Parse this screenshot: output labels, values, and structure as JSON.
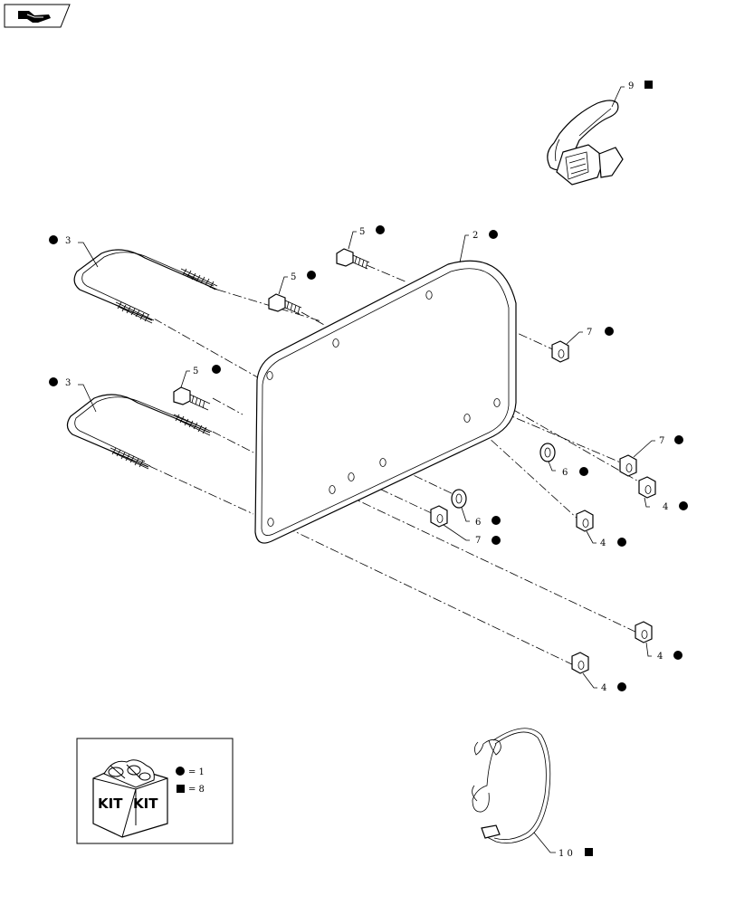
{
  "callouts": {
    "c9": {
      "num": "9"
    },
    "c2": {
      "num": "2"
    },
    "c3a": {
      "num": "3"
    },
    "c3b": {
      "num": "3"
    },
    "c5a": {
      "num": "5"
    },
    "c5b": {
      "num": "5"
    },
    "c5c": {
      "num": "5"
    },
    "c7a": {
      "num": "7"
    },
    "c7b": {
      "num": "7"
    },
    "c7c": {
      "num": "7"
    },
    "c6a": {
      "num": "6"
    },
    "c6b": {
      "num": "6"
    },
    "c4a": {
      "num": "4"
    },
    "c4b": {
      "num": "4"
    },
    "c4c": {
      "num": "4"
    },
    "c4d": {
      "num": "4"
    },
    "c10": {
      "num": "1 0"
    }
  },
  "legend": {
    "kit_word_1": "KIT",
    "kit_word_2": "KIT",
    "circle_eq": "= 1",
    "square_eq": "= 8"
  },
  "icons": {
    "top_left": "back-to-index-arrow-icon",
    "circle_marker": "filled-circle",
    "square_marker": "filled-square"
  }
}
